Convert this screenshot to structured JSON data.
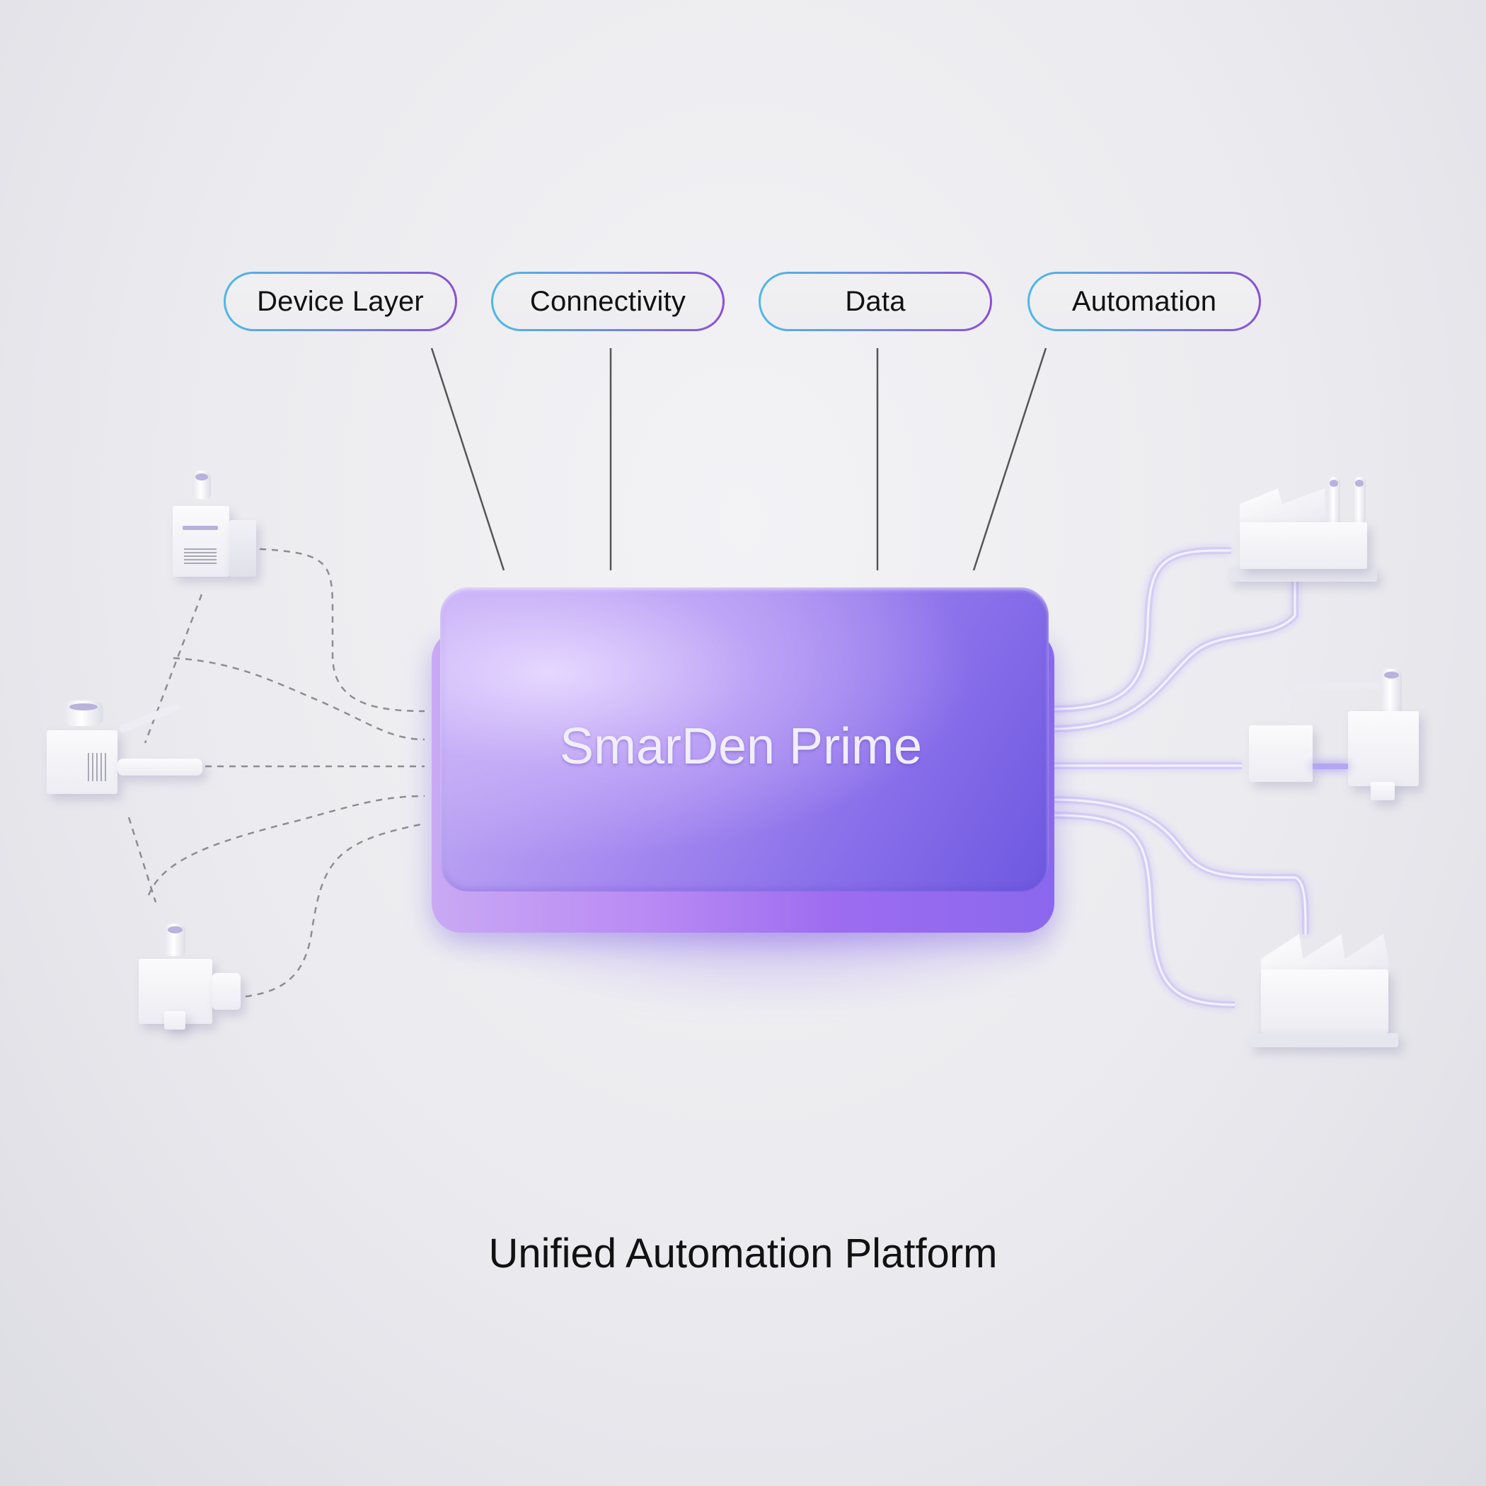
{
  "diagram": {
    "layers": [
      {
        "label": "Device Layer"
      },
      {
        "label": "Connectivity"
      },
      {
        "label": "Data"
      },
      {
        "label": "Automation"
      }
    ],
    "hub": {
      "title": "SmarDen Prime"
    },
    "caption": "Unified Automation Platform",
    "left_devices": [
      {
        "name": "machine-unit-top"
      },
      {
        "name": "robotic-arm-conveyor"
      },
      {
        "name": "machine-unit-bottom"
      }
    ],
    "right_devices": [
      {
        "name": "factory-twin-chimney"
      },
      {
        "name": "processing-plant"
      },
      {
        "name": "factory-sawtooth"
      }
    ],
    "colors": {
      "pill_border_start": "#4db8e8",
      "pill_border_end": "#8a4fd6",
      "hub_purple": "#8a70ea",
      "hub_light": "#c8b4f4",
      "glow_line": "#9b86f5",
      "dashed_line": "#8c8c94",
      "connector_line": "#555555",
      "text": "#111111",
      "background": "#ececf0"
    }
  }
}
